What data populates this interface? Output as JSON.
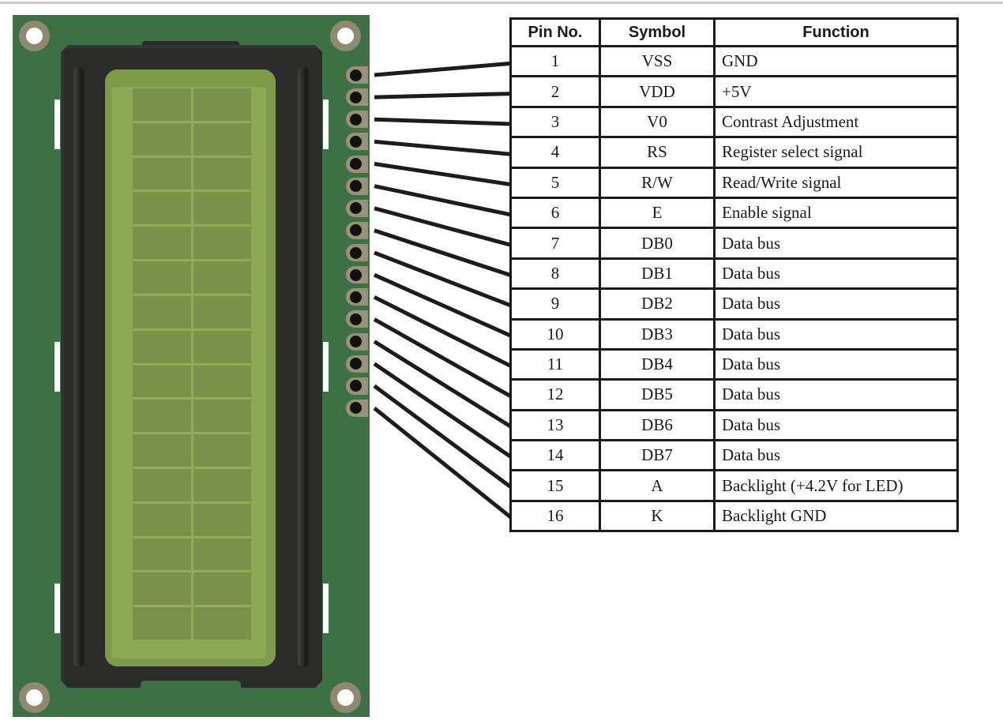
{
  "pin_table": {
    "headers": [
      "Pin No.",
      "Symbol",
      "Function"
    ],
    "rows": [
      {
        "pin": "1",
        "symbol": "VSS",
        "function": "GND"
      },
      {
        "pin": "2",
        "symbol": "VDD",
        "function": "+5V"
      },
      {
        "pin": "3",
        "symbol": "V0",
        "function": "Contrast Adjustment"
      },
      {
        "pin": "4",
        "symbol": "RS",
        "function": "Register select signal"
      },
      {
        "pin": "5",
        "symbol": "R/W",
        "function": "Read/Write signal"
      },
      {
        "pin": "6",
        "symbol": "E",
        "function": "Enable signal"
      },
      {
        "pin": "7",
        "symbol": "DB0",
        "function": "Data bus"
      },
      {
        "pin": "8",
        "symbol": "DB1",
        "function": "Data bus"
      },
      {
        "pin": "9",
        "symbol": "DB2",
        "function": "Data bus"
      },
      {
        "pin": "10",
        "symbol": "DB3",
        "function": "Data bus"
      },
      {
        "pin": "11",
        "symbol": "DB4",
        "function": "Data bus"
      },
      {
        "pin": "12",
        "symbol": "DB5",
        "function": "Data bus"
      },
      {
        "pin": "13",
        "symbol": "DB6",
        "function": "Data bus"
      },
      {
        "pin": "14",
        "symbol": "DB7",
        "function": "Data bus"
      },
      {
        "pin": "15",
        "symbol": "A",
        "function": "Backlight (+4.2V for LED)"
      },
      {
        "pin": "16",
        "symbol": "K",
        "function": "Backlight GND"
      }
    ]
  },
  "lcd_module": {
    "pin_count": 16,
    "display_rows": 16,
    "display_columns": 2,
    "colors": {
      "pcb_green": "#3e7045",
      "pad_tan": "#999179",
      "bezel_black": "#2b2b29",
      "screen_green": "#8ca852",
      "cell_green": "#7b9149",
      "grid_line_green": "#90aa58",
      "hole_ring_tan": "#8e8970",
      "connector_line": "#1c1c1c",
      "page_top_border": "#cbcbcb"
    }
  }
}
